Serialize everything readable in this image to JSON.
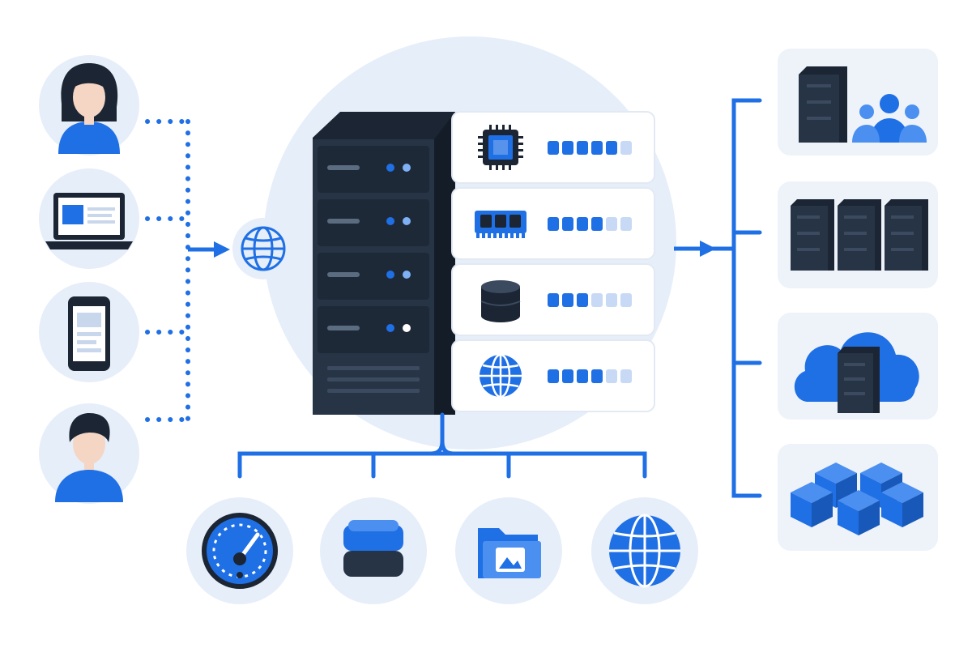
{
  "colors": {
    "accent": "#1f6fe5",
    "accent_light": "#4b8ff0",
    "dark": "#263446",
    "darker": "#1b2533",
    "pale": "#e6eef9",
    "panel": "#eef3fa",
    "skin": "#f5d5c4"
  },
  "clients": [
    {
      "icon": "woman-user-icon"
    },
    {
      "icon": "laptop-icon"
    },
    {
      "icon": "smartphone-icon"
    },
    {
      "icon": "man-user-icon"
    }
  ],
  "gateway": {
    "icon": "globe-icon"
  },
  "server": {
    "icon": "server-rack-icon",
    "units": 4
  },
  "resources": [
    {
      "icon": "cpu-chip-icon",
      "level": 5,
      "max": 6
    },
    {
      "icon": "ram-memory-icon",
      "level": 4,
      "max": 6
    },
    {
      "icon": "database-icon",
      "level": 3,
      "max": 6
    },
    {
      "icon": "network-globe-icon",
      "level": 4,
      "max": 6
    }
  ],
  "services": [
    {
      "icon": "speedometer-icon"
    },
    {
      "icon": "layers-icon"
    },
    {
      "icon": "image-folder-icon"
    },
    {
      "icon": "globe-icon"
    }
  ],
  "destinations": [
    {
      "icon": "server-with-users-icon"
    },
    {
      "icon": "server-cluster-icon"
    },
    {
      "icon": "cloud-server-icon"
    },
    {
      "icon": "cubes-icon"
    }
  ]
}
